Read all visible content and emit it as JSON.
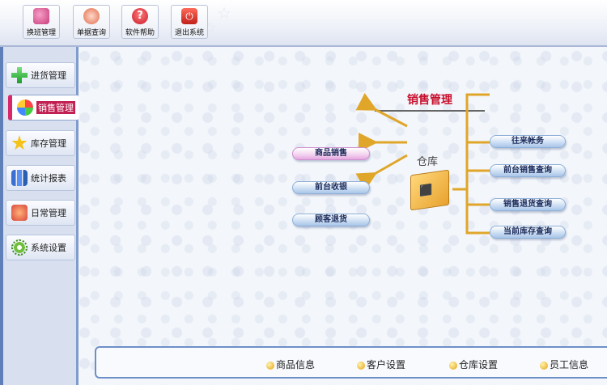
{
  "toolbar": {
    "buttons": [
      {
        "label": "换班管理",
        "icon": "shift-icon"
      },
      {
        "label": "单据查询",
        "icon": "search-icon"
      },
      {
        "label": "软件帮助",
        "icon": "help-icon"
      },
      {
        "label": "退出系统",
        "icon": "power-icon"
      }
    ]
  },
  "sidebar": {
    "items": [
      {
        "label": "进货管理",
        "icon": "plus-icon"
      },
      {
        "label": "销售管理",
        "icon": "ball-icon",
        "active": true
      },
      {
        "label": "库存管理",
        "icon": "star-icon"
      },
      {
        "label": "统计报表",
        "icon": "bars-icon"
      },
      {
        "label": "日常管理",
        "icon": "tools-icon"
      },
      {
        "label": "系统设置",
        "icon": "gear-icon"
      }
    ]
  },
  "main": {
    "title": "销售管理",
    "hub_label": "仓库",
    "left_nodes": [
      "商品销售",
      "前台收银",
      "顾客退货"
    ],
    "right_nodes": [
      "往来帐务",
      "前台销售查询",
      "销售退货查询",
      "当前库存查询"
    ]
  },
  "bottom_links": [
    "商品信息",
    "客户设置",
    "仓库设置",
    "员工信息"
  ],
  "colors": {
    "accent": "#c8102e",
    "sidebar_active": "#c21f52",
    "frame": "#6d8fc7"
  }
}
